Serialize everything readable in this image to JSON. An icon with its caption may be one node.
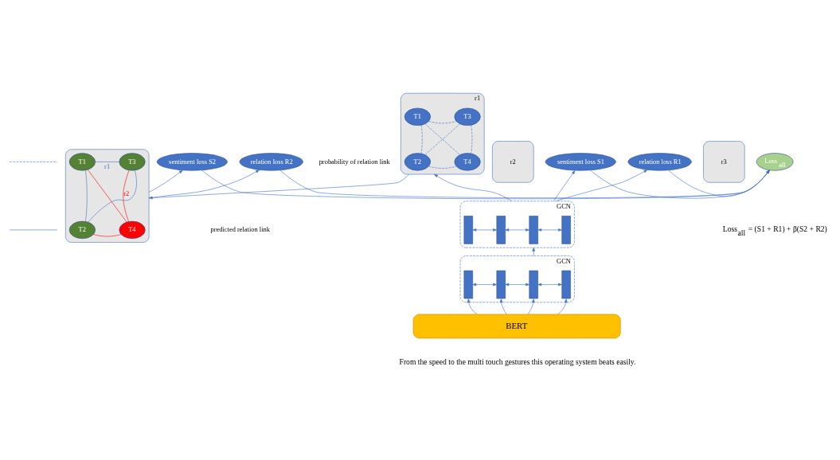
{
  "diagram": {
    "nodes": [
      {
        "text": [
          "r1"
        ]
      },
      {
        "text": [
          "T1"
        ],
        "in": 0
      },
      {
        "text": [
          "T3"
        ],
        "in": 0
      },
      {
        "text": [
          "T2"
        ],
        "in": 0
      },
      {
        "text": [
          "T4"
        ],
        "in": 0
      },
      {
        "text": [
          "r2"
        ]
      },
      {
        "text": [
          "r3"
        ]
      },
      {
        "text": [],
        "shape": "box"
      },
      {
        "text": [
          "T1"
        ],
        "in": 7
      },
      {
        "text": [
          "T3"
        ],
        "in": 7
      },
      {
        "text": [
          "T2"
        ],
        "in": 7
      },
      {
        "text": [
          "T4"
        ],
        "in": 7
      },
      {
        "text": [
          "sentiment loss S2"
        ]
      },
      {
        "text": [
          "relation loss R2"
        ]
      },
      {
        "text": [
          "Loss$_{all}$"
        ]
      },
      {
        "text": [
          "sentiment loss S1"
        ]
      },
      {
        "text": [
          "relation loss R1"
        ]
      },
      {
        "text": [
          "GCN"
        ]
      },
      {
        "text": [],
        "shape": "bar",
        "in": 17
      },
      {
        "text": [],
        "shape": "bar",
        "in": 17
      },
      {
        "text": [],
        "shape": "bar",
        "in": 17
      },
      {
        "text": [],
        "shape": "bar",
        "in": 17
      },
      {
        "text": [
          "GCN"
        ]
      },
      {
        "text": [],
        "shape": "bar",
        "in": 22
      },
      {
        "text": [],
        "shape": "bar",
        "in": 22
      },
      {
        "text": [],
        "shape": "bar",
        "in": 22
      },
      {
        "text": [],
        "shape": "bar",
        "in": 22
      },
      {
        "text": [
          "BERT"
        ]
      }
    ],
    "edges": [
      {
        "from": 1,
        "to": 2,
        "arrow": "none",
        "style": "dashed"
      },
      {
        "from": 1,
        "to": 3,
        "arrow": "none",
        "style": "dashed"
      },
      {
        "from": 1,
        "to": 4,
        "arrow": "none",
        "style": "dashed"
      },
      {
        "from": 2,
        "to": 3,
        "arrow": "none",
        "style": "dashed"
      },
      {
        "from": 2,
        "to": 4,
        "arrow": "none",
        "style": "dashed"
      },
      {
        "from": 3,
        "to": 4,
        "arrow": "none",
        "style": "dashed"
      },
      {
        "from": 8,
        "to": 9,
        "arrow": "none",
        "label": "r1"
      },
      {
        "from": 8,
        "to": 10,
        "arrow": "none"
      },
      {
        "from": 8,
        "to": 11,
        "arrow": "none",
        "color": "#ff0000"
      },
      {
        "from": 9,
        "to": 10,
        "arrow": "none"
      },
      {
        "from": 9,
        "to": 11,
        "arrow": "none",
        "label": "r2",
        "color": "#ff0000"
      },
      {
        "from": 10,
        "to": 11,
        "arrow": "none",
        "color": "#ff0000"
      },
      {
        "from": 0,
        "to": 7,
        "arrow": "to"
      },
      {
        "from": 7,
        "to": 12,
        "arrow": "to"
      },
      {
        "from": 7,
        "to": 13,
        "arrow": "to"
      },
      {
        "from": 12,
        "to": 14,
        "arrow": "to"
      },
      {
        "from": 13,
        "to": 14,
        "arrow": "to"
      },
      {
        "from": 15,
        "to": 14,
        "arrow": "to"
      },
      {
        "from": 16,
        "to": 14,
        "arrow": "to"
      },
      {
        "from": 17,
        "to": 0,
        "arrow": "to"
      },
      {
        "from": 17,
        "to": 15,
        "arrow": "to"
      },
      {
        "from": 17,
        "to": 16,
        "arrow": "to"
      },
      {
        "from": 18,
        "to": 19,
        "arrow": "both"
      },
      {
        "from": 19,
        "to": 20,
        "arrow": "both"
      },
      {
        "from": 20,
        "to": 21,
        "arrow": "both"
      },
      {
        "from": 22,
        "to": 17,
        "arrow": "to"
      },
      {
        "from": 23,
        "to": 24,
        "arrow": "both"
      },
      {
        "from": 24,
        "to": 25,
        "arrow": "both"
      },
      {
        "from": 25,
        "to": 26,
        "arrow": "both"
      },
      {
        "from": 27,
        "to": 23,
        "arrow": "to"
      },
      {
        "from": 27,
        "to": 24,
        "arrow": "to"
      },
      {
        "from": 27,
        "to": 25,
        "arrow": "to"
      },
      {
        "from": 27,
        "to": 26,
        "arrow": "to"
      }
    ],
    "labels": [
      "Loss$_{all}$ = (S1 + R1) + β(S2 + R2)",
      "From the speed to the multi touch gestures this operating system beats easily."
    ],
    "legend": [
      {
        "text": "probability of relation link"
      },
      {
        "text": "predicted relation link"
      }
    ]
  }
}
